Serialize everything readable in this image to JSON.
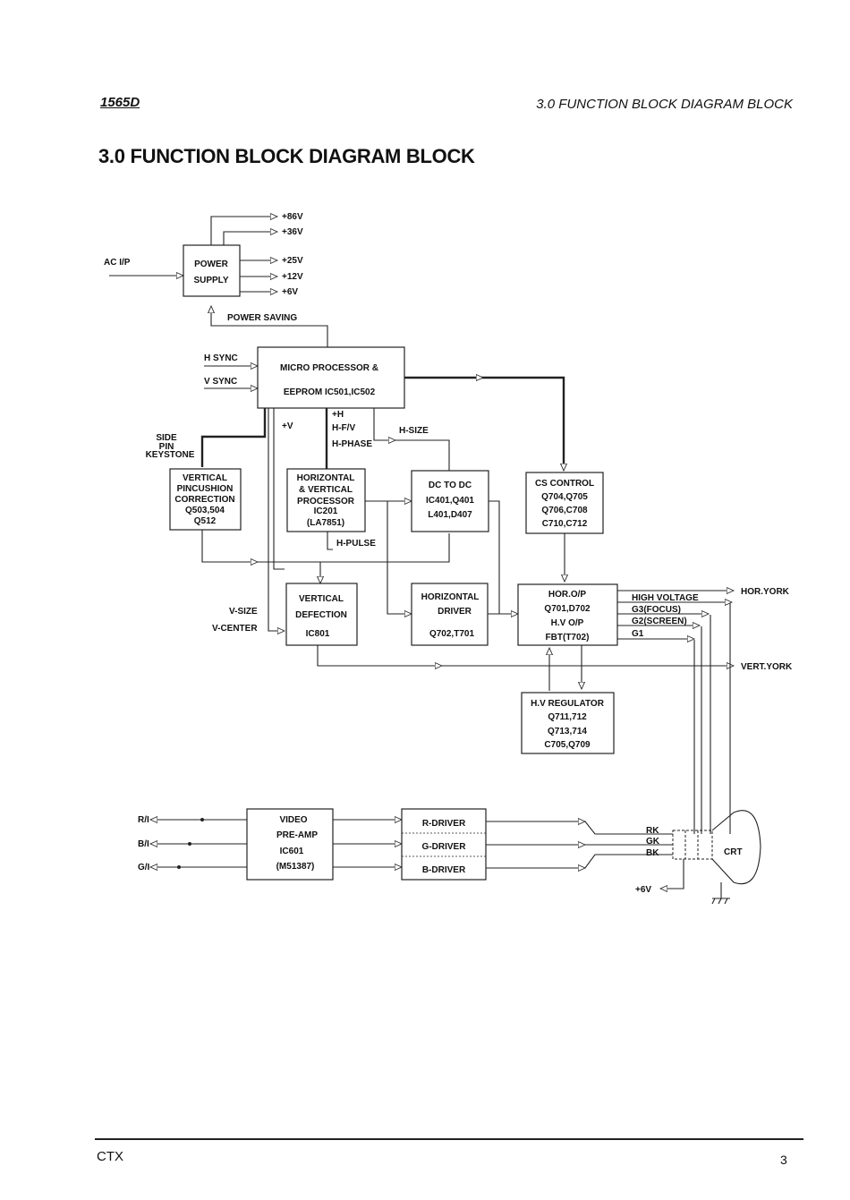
{
  "header": {
    "model": "1565D",
    "section": "3.0 FUNCTION BLOCK DIAGRAM BLOCK"
  },
  "title": "3.0 FUNCTION BLOCK DIAGRAM BLOCK",
  "footer": {
    "brand": "CTX",
    "page": "3"
  },
  "power": {
    "box": [
      "POWER",
      "SUPPLY"
    ],
    "input": "AC I/P",
    "outputs": [
      "+86V",
      "+36V",
      "+25V",
      "+12V",
      "+6V"
    ],
    "saving": "POWER SAVING"
  },
  "micro": {
    "line1": "MICRO PROCESSOR &",
    "line2": "EEPROM IC501,IC502",
    "hsync": "H SYNC",
    "vsync": "V SYNC"
  },
  "signals": {
    "v": "+V",
    "h": "+H",
    "hfv": "H-F/V",
    "hphase": "H-PHASE",
    "hsize": "H-SIZE",
    "side": [
      "SIDE",
      "PIN",
      "KEYSTONE"
    ],
    "hpulse": "H-PULSE",
    "vsize": "V-SIZE",
    "vcenter": "V-CENTER"
  },
  "vpin": [
    "VERTICAL",
    "PINCUSHION",
    "CORRECTION",
    "Q503,504",
    "Q512"
  ],
  "hvproc": [
    "HORIZONTAL",
    "& VERTICAL",
    "PROCESSOR",
    "IC201",
    "(LA7851)"
  ],
  "dcdc": [
    "DC TO DC",
    "IC401,Q401",
    "L401,D407"
  ],
  "cs": [
    "CS CONTROL",
    "Q704,Q705",
    "Q706,C708",
    "C710,C712"
  ],
  "vdef": [
    "VERTICAL",
    "DEFECTION",
    "IC801"
  ],
  "hdrv": [
    "HORIZONTAL",
    "DRIVER",
    "Q702,T701"
  ],
  "hout": [
    "HOR.O/P",
    "Q701,D702",
    "H.V O/P",
    "FBT(T702)"
  ],
  "hvreg": [
    "H.V REGULATOR",
    "Q711,712",
    "Q713,714",
    "C705,Q709"
  ],
  "hv_outputs": [
    "HIGH VOLTAGE",
    "G3(FOCUS)",
    "G2(SCREEN)",
    "G1"
  ],
  "yoke": {
    "hor": "HOR.YORK",
    "vert": "VERT.YORK"
  },
  "video": {
    "inputs": [
      "R/I",
      "B/I",
      "G/I"
    ],
    "preamp": [
      "VIDEO",
      "PRE-AMP",
      "IC601",
      "(M51387)"
    ],
    "drivers": [
      "R-DRIVER",
      "G-DRIVER",
      "B-DRIVER"
    ],
    "cathodes": [
      "RK",
      "GK",
      "BK"
    ],
    "crt": "CRT",
    "plus6v": "+6V"
  }
}
